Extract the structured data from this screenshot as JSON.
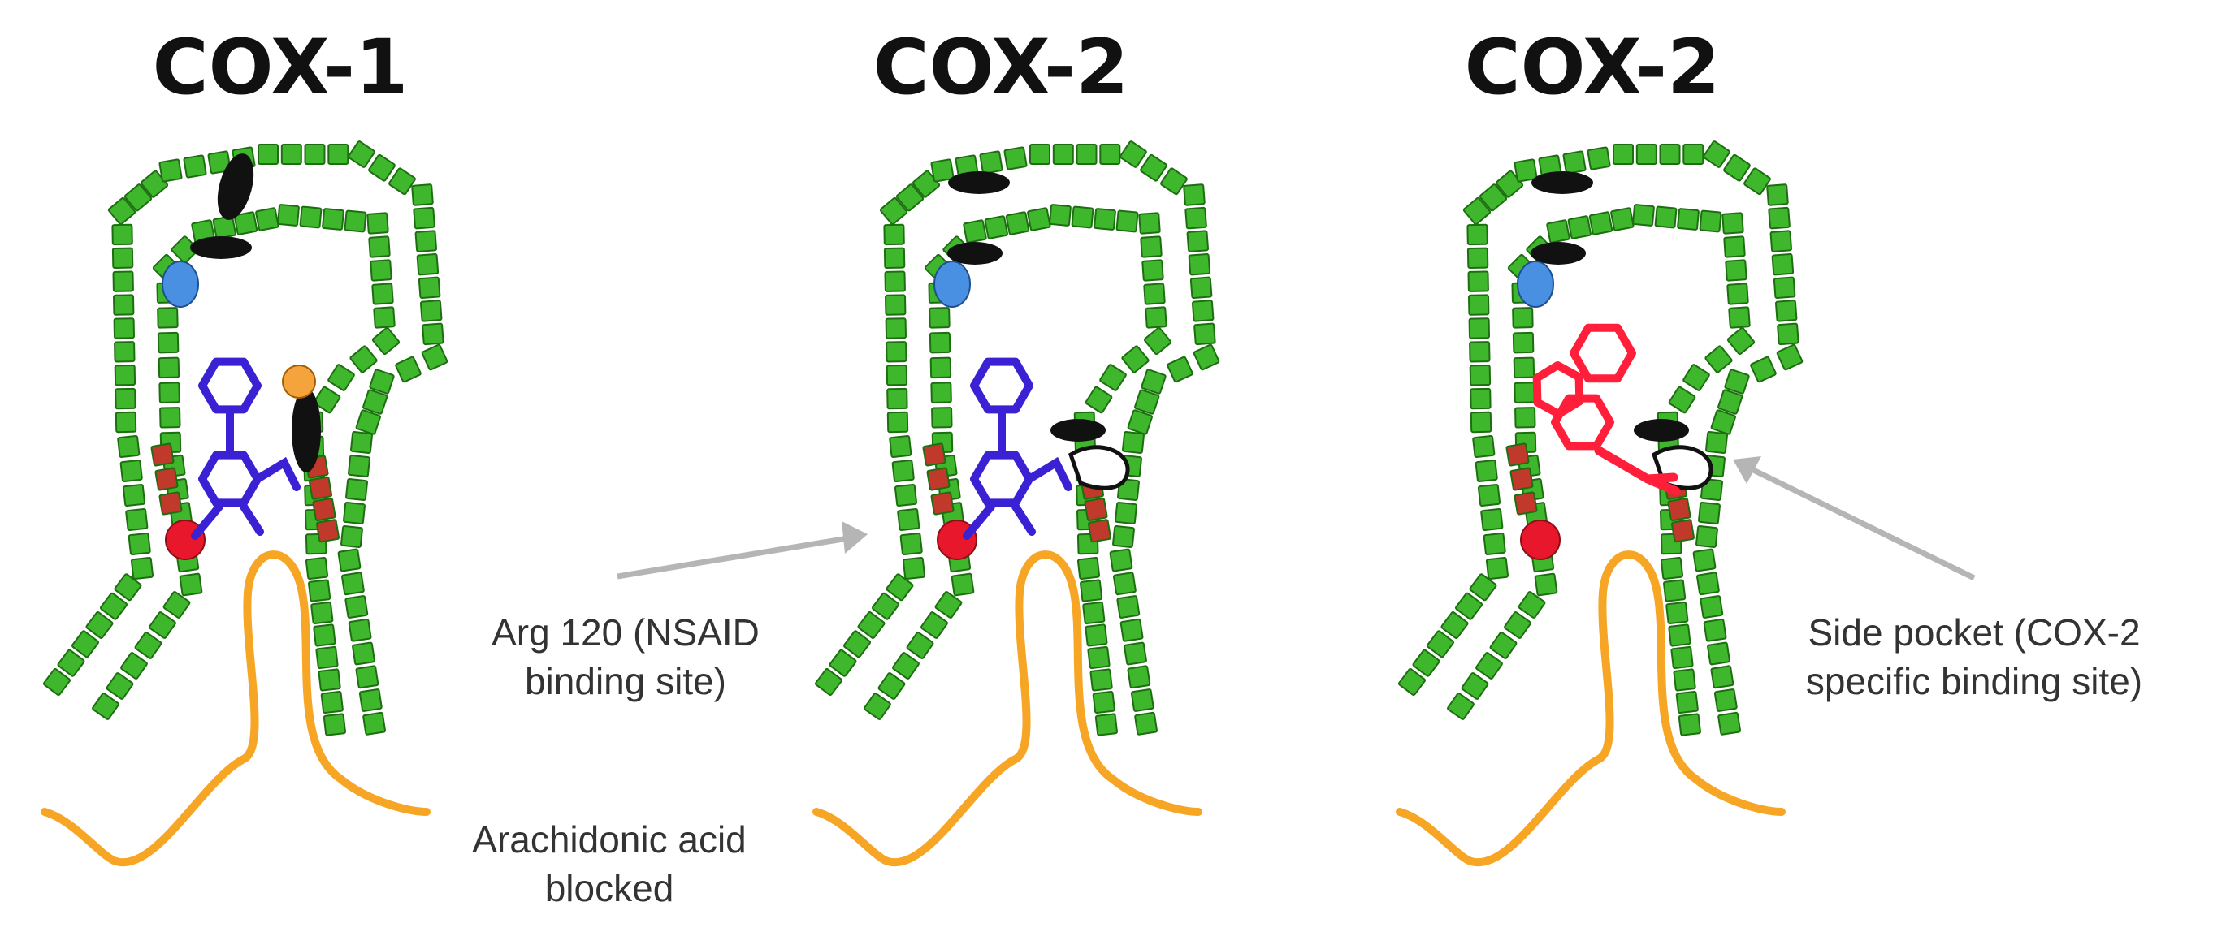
{
  "panels": [
    {
      "title": "COX-1",
      "inhibitor_color": "#3a22d4",
      "variant": "cox1"
    },
    {
      "title": "COX-2",
      "inhibitor_color": "#3a22d4",
      "variant": "cox2"
    },
    {
      "title": "COX-2",
      "inhibitor_color": "#ff1f3a",
      "variant": "cox2-selective"
    }
  ],
  "annotations": {
    "arg120": [
      "Arg 120 (NSAID",
      "binding site)"
    ],
    "side_pocket": [
      "Side pocket (COX-2",
      "specific binding site)"
    ],
    "arachidonic": [
      "Arachidonic acid",
      "blocked"
    ]
  },
  "colors": {
    "helix_fill": "#3fb72d",
    "helix_stroke": "#1d6e10",
    "residue_red": "#e8172b",
    "heme_blue": "#4a90e2",
    "orange_residue": "#f5a33c",
    "substrate_orange": "#f6a524",
    "arrow_gray": "#b5b5b5",
    "dark_red_segment": "#c0392b"
  }
}
